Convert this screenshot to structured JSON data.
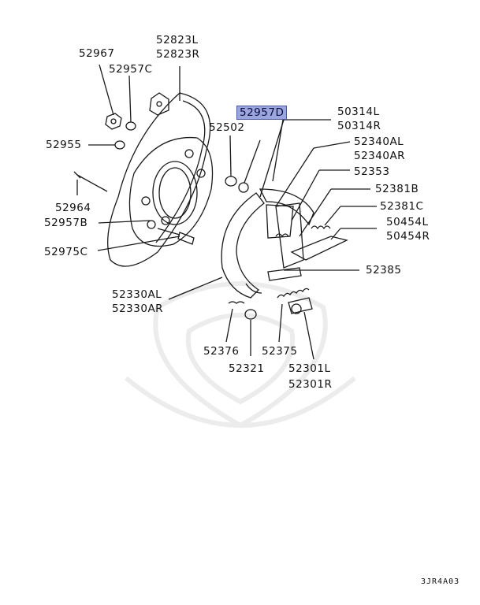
{
  "diagram": {
    "code": "3JR4A03",
    "labels": {
      "p52823": [
        "52823L",
        "52823R"
      ],
      "p52967": "52967",
      "p52957C": "52957C",
      "p52957D": "52957D",
      "p50314": [
        "50314L",
        "50314R"
      ],
      "p52502": "52502",
      "p52955": "52955",
      "p52340": [
        "52340AL",
        "52340AR"
      ],
      "p52353": "52353",
      "p52964": "52964",
      "p52381B": "52381B",
      "p52957B": "52957B",
      "p52381C": "52381C",
      "p50454": [
        "50454L",
        "50454R"
      ],
      "p52975C": "52975C",
      "p52385": "52385",
      "p52330": [
        "52330AL",
        "52330AR"
      ],
      "p52376": "52376",
      "p52375": "52375",
      "p52321": "52321",
      "p52301": [
        "52301L",
        "52301R"
      ]
    },
    "highlighted": "52957D",
    "colors": {
      "line": "#1a1a1a",
      "highlight": "#9aa6dc",
      "watermark": "#ececec"
    }
  }
}
